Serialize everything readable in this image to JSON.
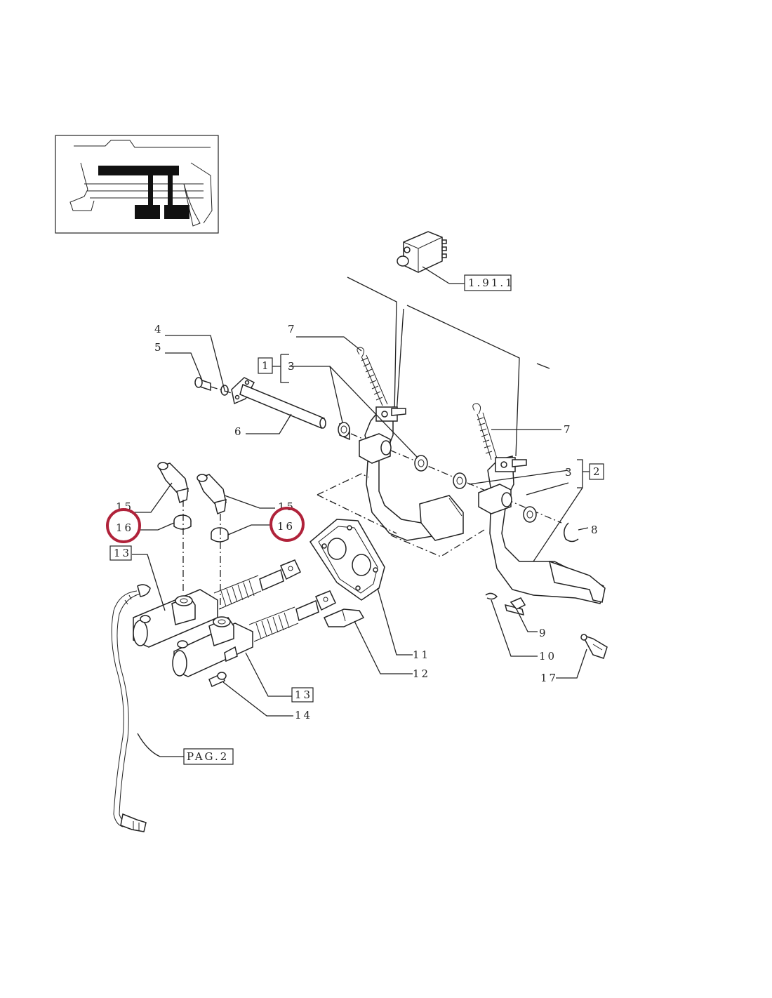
{
  "callouts": {
    "c_1_91_1": "1.91.1",
    "c_1": "1",
    "c_2": "2",
    "c_3a": "3",
    "c_3b": "3",
    "c_4": "4",
    "c_5": "5",
    "c_6": "6",
    "c_7a": "7",
    "c_7b": "7",
    "c_8": "8",
    "c_9": "9",
    "c_10": "10",
    "c_11": "11",
    "c_12": "12",
    "c_13a": "13",
    "c_13b": "13",
    "c_14": "14",
    "c_15a": "15",
    "c_15b": "15",
    "c_16a": "16",
    "c_16b": "16",
    "c_17": "17",
    "c_pag2": "PAG.2"
  },
  "highlight": {
    "color": "#b0223a",
    "targets": [
      "16",
      "16"
    ]
  }
}
